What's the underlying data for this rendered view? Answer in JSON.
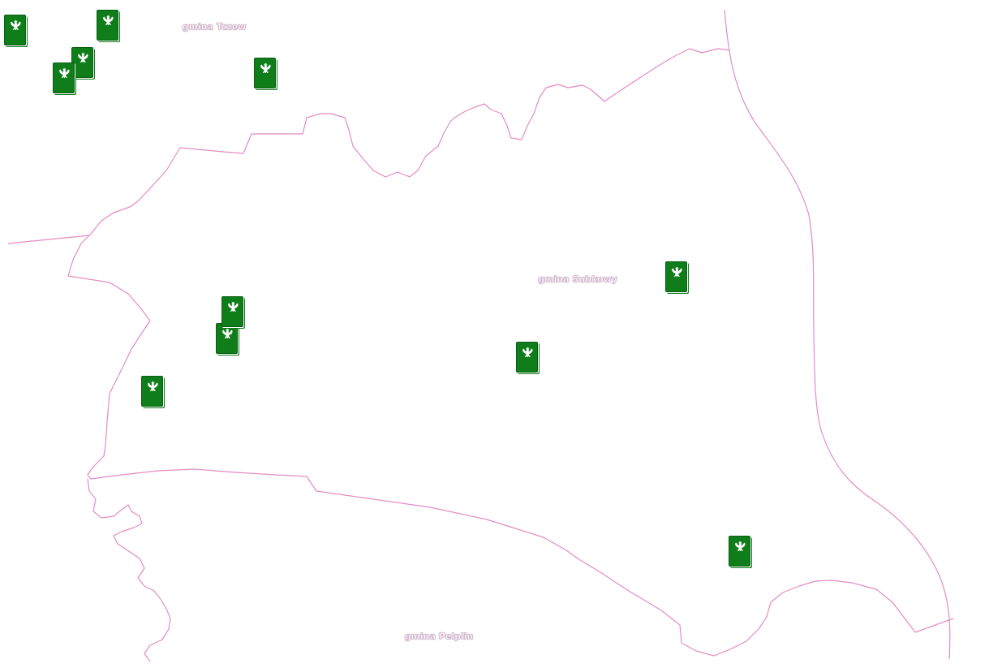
{
  "map": {
    "labels": {
      "tczew": "gmina Tczew",
      "subkowy": "gmina Subkowy",
      "pelplin": "gmina Pelplin"
    },
    "colors": {
      "boundary": "#e48bc3",
      "marker_fill": "#0f7d1a",
      "label_halo": "#c9a7c2"
    },
    "marker_icon": "polish-eagle-sign-icon",
    "marker_count": 11
  }
}
